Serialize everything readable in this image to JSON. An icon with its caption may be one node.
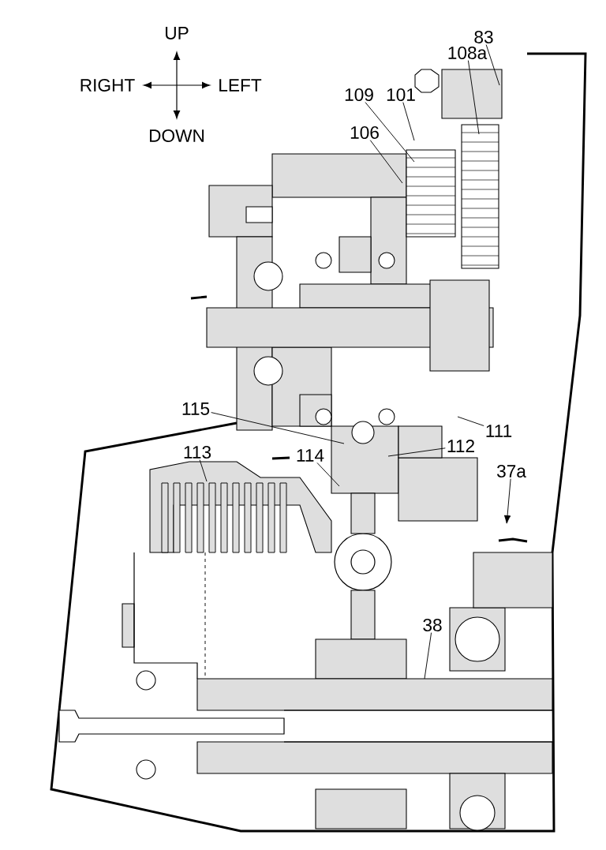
{
  "diagram": {
    "nodes": [
      {
        "text": [
          "83"
        ]
      },
      {
        "text": [
          "108a"
        ]
      },
      {
        "text": [
          "109"
        ]
      },
      {
        "text": [
          "101"
        ]
      },
      {
        "text": [
          "106"
        ]
      },
      {
        "text": [
          "115"
        ]
      },
      {
        "text": [
          "111"
        ]
      },
      {
        "text": [
          "112"
        ]
      },
      {
        "text": [
          "113"
        ]
      },
      {
        "text": [
          "114"
        ]
      },
      {
        "text": [
          "37a"
        ]
      },
      {
        "text": [
          "38"
        ]
      }
    ],
    "edges": [
      {
        "from": 0,
        "to": null,
        "arrow": "none"
      },
      {
        "from": 1,
        "to": null,
        "arrow": "none"
      },
      {
        "from": 2,
        "to": null,
        "arrow": "none"
      },
      {
        "from": 3,
        "to": null,
        "arrow": "none"
      },
      {
        "from": 4,
        "to": null,
        "arrow": "none"
      },
      {
        "from": 5,
        "to": null,
        "arrow": "none"
      },
      {
        "from": 6,
        "to": null,
        "arrow": "none"
      },
      {
        "from": 7,
        "to": null,
        "arrow": "none"
      },
      {
        "from": 8,
        "to": null,
        "arrow": "none"
      },
      {
        "from": 9,
        "to": null,
        "arrow": "none"
      },
      {
        "from": 10,
        "to": null,
        "arrow": "to"
      },
      {
        "from": 11,
        "to": null,
        "arrow": "none"
      }
    ],
    "labels": [
      "UP",
      "RIGHT",
      "LEFT",
      "DOWN"
    ]
  }
}
